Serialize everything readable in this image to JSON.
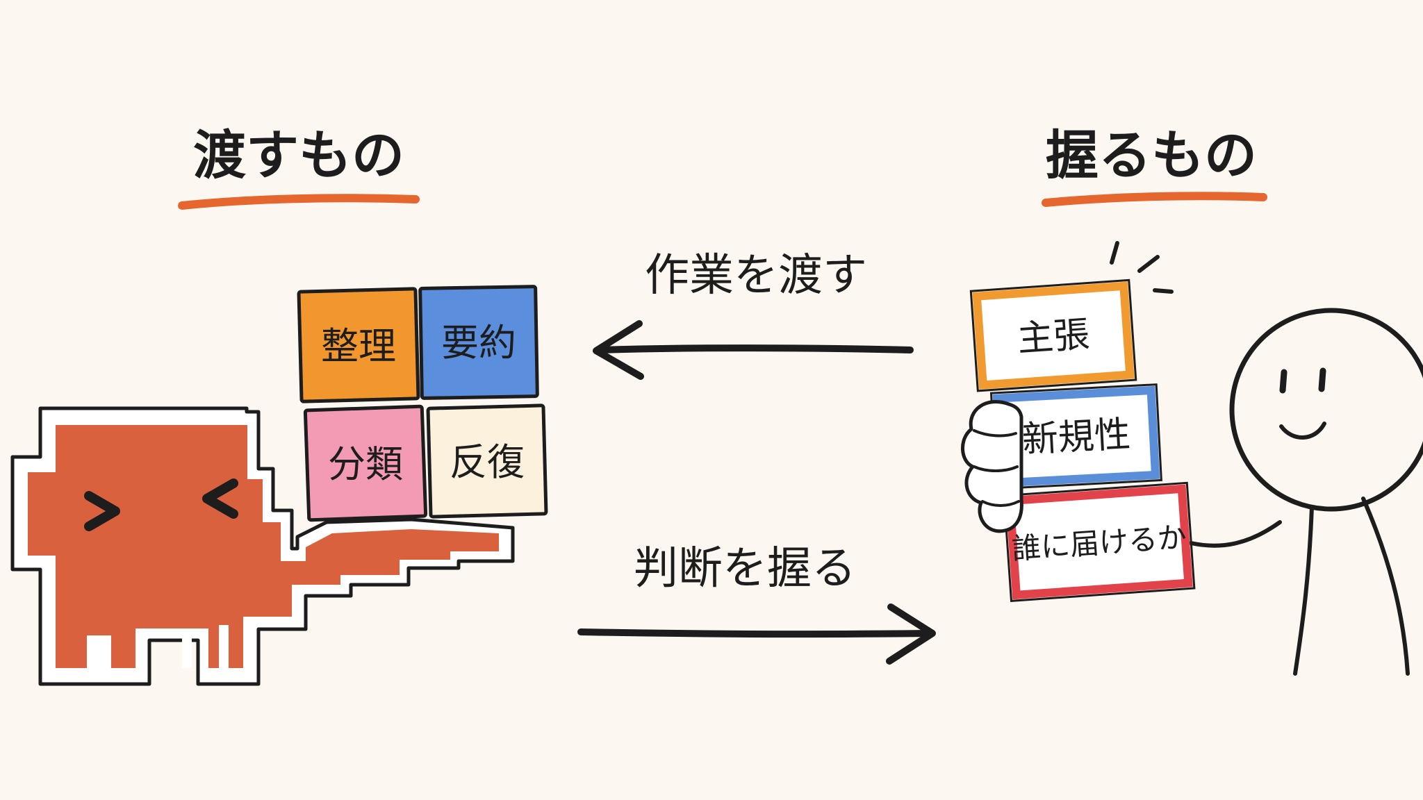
{
  "colors": {
    "background": "#fcf8f1",
    "ink": "#1d1d1d",
    "underline": "#e5662f",
    "robot": "#d9613d",
    "task_orange": "#f2962e",
    "task_blue": "#5b8fde",
    "task_pink": "#f39ab5",
    "task_cream": "#fbf1dc",
    "card_orange_border": "#f09a30",
    "card_blue_border": "#5a8ed8",
    "card_red_border": "#e2424a"
  },
  "left": {
    "heading": "渡すもの",
    "character": "pixel-robot-icon",
    "tasks": [
      {
        "label": "整理",
        "color": "#f2962e"
      },
      {
        "label": "要約",
        "color": "#5b8fde"
      },
      {
        "label": "分類",
        "color": "#f39ab5"
      },
      {
        "label": "反復",
        "color": "#fbf1dc"
      }
    ]
  },
  "right": {
    "heading": "握るもの",
    "character": "stick-figure-icon",
    "cards": [
      {
        "label": "主張",
        "border": "#f09a30"
      },
      {
        "label": "新規性",
        "border": "#5a8ed8"
      },
      {
        "label": "誰に届けるか",
        "border": "#e2424a"
      }
    ]
  },
  "arrows": {
    "top_label": "作業を渡す",
    "top_direction": "left",
    "bottom_label": "判断を握る",
    "bottom_direction": "right"
  }
}
